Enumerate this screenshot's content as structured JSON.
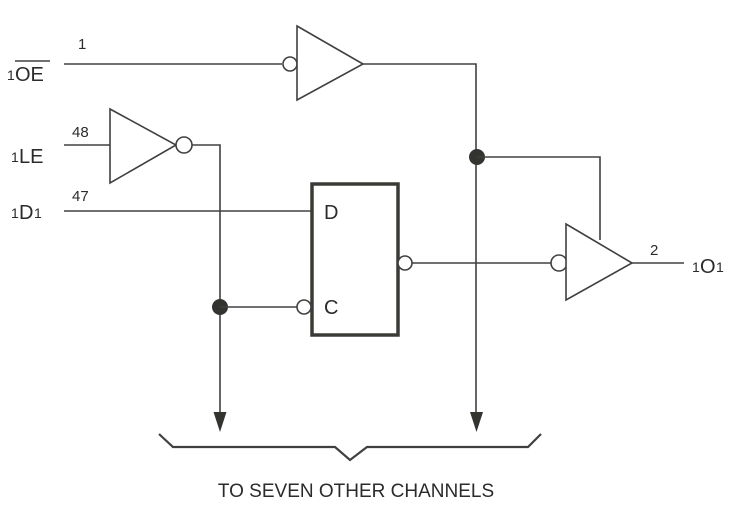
{
  "diagram": {
    "type": "logic-diagram",
    "inputs": [
      {
        "id": "oe",
        "prefix": "1",
        "name": "OE",
        "active_low": true,
        "pin": "1"
      },
      {
        "id": "le",
        "prefix": "1",
        "name": "LE",
        "active_low": false,
        "pin": "48"
      },
      {
        "id": "d1",
        "prefix": "1",
        "name": "D",
        "suffix": "1",
        "pin": "47"
      }
    ],
    "outputs": [
      {
        "id": "o1",
        "prefix": "1",
        "name": "O",
        "suffix": "1",
        "pin": "2"
      }
    ],
    "latch": {
      "d_label": "D",
      "c_label": "C"
    },
    "caption": "TO SEVEN OTHER CHANNELS"
  }
}
